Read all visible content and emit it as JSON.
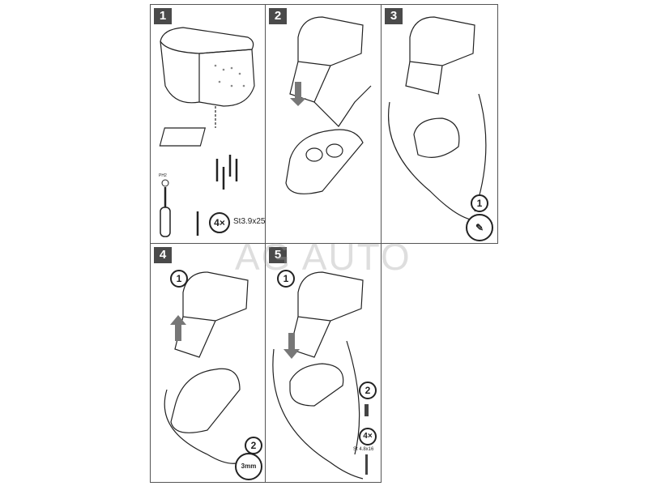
{
  "steps": [
    {
      "number": "1"
    },
    {
      "number": "2"
    },
    {
      "number": "3"
    },
    {
      "number": "4"
    },
    {
      "number": "5"
    }
  ],
  "step1": {
    "screwdriver_label": "PH2",
    "quantity": "4×",
    "screw_spec": "St3.9x25"
  },
  "step3": {
    "callout": "1"
  },
  "step4": {
    "callout1": "1",
    "callout2": "2",
    "hex_key": "3mm"
  },
  "step5": {
    "callout1": "1",
    "callout2": "2",
    "quantity": "4×",
    "screw_spec": "St 4.8x16"
  },
  "watermark": "AG AUTO"
}
